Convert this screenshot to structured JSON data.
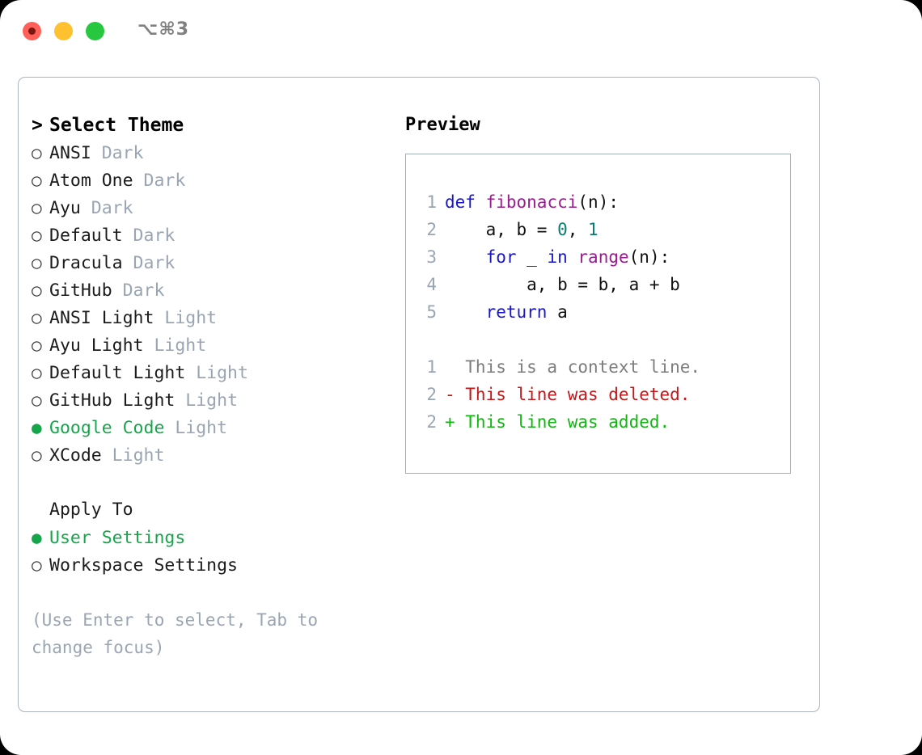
{
  "titlebar": {
    "shortcut": "⌥⌘3",
    "buttons": [
      {
        "name": "close",
        "color": "#ff6058"
      },
      {
        "name": "minimize",
        "color": "#ffc130"
      },
      {
        "name": "maximize",
        "color": "#27c83f"
      }
    ]
  },
  "left": {
    "header": {
      "caret": ">",
      "title": "Select Theme"
    },
    "themes": [
      {
        "bullet": "○",
        "name": "ANSI",
        "variant": "Dark",
        "selected": false
      },
      {
        "bullet": "○",
        "name": "Atom One",
        "variant": "Dark",
        "selected": false
      },
      {
        "bullet": "○",
        "name": "Ayu",
        "variant": "Dark",
        "selected": false
      },
      {
        "bullet": "○",
        "name": "Default",
        "variant": "Dark",
        "selected": false
      },
      {
        "bullet": "○",
        "name": "Dracula",
        "variant": "Dark",
        "selected": false
      },
      {
        "bullet": "○",
        "name": "GitHub",
        "variant": "Dark",
        "selected": false
      },
      {
        "bullet": "○",
        "name": "ANSI Light",
        "variant": "Light",
        "selected": false
      },
      {
        "bullet": "○",
        "name": "Ayu Light",
        "variant": "Light",
        "selected": false
      },
      {
        "bullet": "○",
        "name": "Default Light",
        "variant": "Light",
        "selected": false
      },
      {
        "bullet": "○",
        "name": "GitHub Light",
        "variant": "Light",
        "selected": false
      },
      {
        "bullet": "●",
        "name": "Google Code",
        "variant": "Light",
        "selected": true
      },
      {
        "bullet": "○",
        "name": "XCode",
        "variant": "Light",
        "selected": false
      }
    ],
    "apply_to": {
      "label": "Apply To",
      "options": [
        {
          "bullet": "●",
          "label": "User Settings",
          "selected": true
        },
        {
          "bullet": "○",
          "label": "Workspace Settings",
          "selected": false
        }
      ]
    },
    "hint": "(Use Enter to select, Tab to change focus)"
  },
  "right": {
    "title": "Preview",
    "code_lines": [
      {
        "num": "1",
        "tokens": [
          {
            "t": "def",
            "c": "kw"
          },
          {
            "t": " ",
            "c": "id"
          },
          {
            "t": "fibonacci",
            "c": "fn"
          },
          {
            "t": "(",
            "c": "punc"
          },
          {
            "t": "n",
            "c": "id"
          },
          {
            "t": "):",
            "c": "punc"
          }
        ]
      },
      {
        "num": "2",
        "tokens": [
          {
            "t": "    a, b = ",
            "c": "id"
          },
          {
            "t": "0",
            "c": "num"
          },
          {
            "t": ", ",
            "c": "punc"
          },
          {
            "t": "1",
            "c": "num"
          }
        ]
      },
      {
        "num": "3",
        "tokens": [
          {
            "t": "    ",
            "c": "id"
          },
          {
            "t": "for",
            "c": "kw"
          },
          {
            "t": " _ ",
            "c": "id"
          },
          {
            "t": "in",
            "c": "kw"
          },
          {
            "t": " ",
            "c": "id"
          },
          {
            "t": "range",
            "c": "fn"
          },
          {
            "t": "(",
            "c": "punc"
          },
          {
            "t": "n",
            "c": "id"
          },
          {
            "t": "):",
            "c": "punc"
          }
        ]
      },
      {
        "num": "4",
        "tokens": [
          {
            "t": "        a, b = b, a + b",
            "c": "id"
          }
        ]
      },
      {
        "num": "5",
        "tokens": [
          {
            "t": "    ",
            "c": "id"
          },
          {
            "t": "return",
            "c": "kw"
          },
          {
            "t": " a",
            "c": "id"
          }
        ]
      }
    ],
    "diff_lines": [
      {
        "num": "1",
        "marker": " ",
        "text": "This is a context line.",
        "kind": "ctx"
      },
      {
        "num": "2",
        "marker": "-",
        "text": "This line was deleted.",
        "kind": "del"
      },
      {
        "num": "2",
        "marker": "+",
        "text": "This line was added.",
        "kind": "add"
      }
    ]
  },
  "colors": {
    "accent_green": "#16a64a",
    "muted": "#9aa5b4",
    "keyword": "#1a17c7",
    "function": "#9b1d8f",
    "number": "#0c7b72",
    "diff_delete": "#c0191b",
    "diff_add": "#12b512",
    "border": "#aab4c2"
  }
}
